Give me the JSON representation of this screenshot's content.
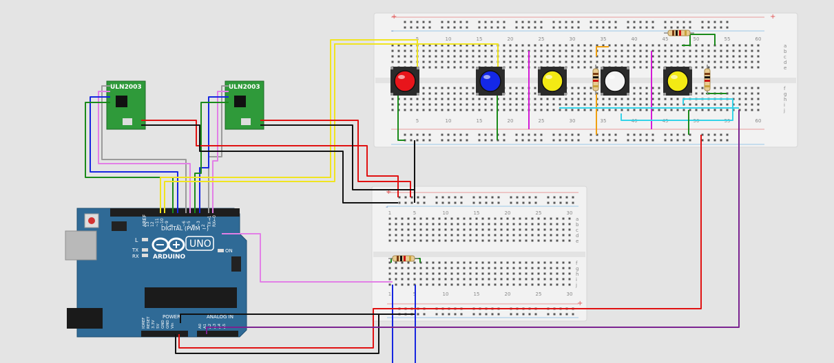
{
  "breadboard_large": {
    "column_numbers": [
      "5",
      "10",
      "15",
      "20",
      "25",
      "30",
      "35",
      "40",
      "45",
      "50",
      "55",
      "60"
    ],
    "row_letters_top": [
      "a",
      "b",
      "c",
      "d",
      "e"
    ],
    "row_letters_bottom": [
      "f",
      "g",
      "h",
      "i",
      "j"
    ],
    "rail_plus": "+",
    "rail_minus": "-"
  },
  "breadboard_small": {
    "column_numbers": [
      "1",
      "5",
      "10",
      "15",
      "20",
      "25",
      "30"
    ],
    "row_letters_top": [
      "a",
      "b",
      "c",
      "d",
      "e"
    ],
    "row_letters_bottom": [
      "f",
      "g",
      "h",
      "i",
      "j"
    ],
    "rail_plus": "+",
    "rail_minus": "-"
  },
  "drivers": [
    {
      "label": "ULN2003"
    },
    {
      "label": "ULN2003"
    }
  ],
  "arduino": {
    "model": "UNO",
    "brand": "ARDUINO",
    "digital_label": "DIGITAL (PWM ~)",
    "analog_label": "ANALOG IN",
    "power_label": "POWER",
    "on_label": "ON",
    "led_l": "L",
    "led_tx": "TX",
    "led_rx": "RX",
    "aref": "AREF",
    "gnd": "GND",
    "digital_pins": [
      "13",
      "12",
      "~11",
      "~10",
      "~9",
      "8",
      "7",
      "~6",
      "~5",
      "4",
      "~3",
      "2",
      "TX→1",
      "RX←0"
    ],
    "power_pins": [
      "IOREF",
      "RESET",
      "3.3V",
      "5V",
      "GND",
      "GND",
      "Vin"
    ],
    "analog_pins": [
      "A0",
      "A1",
      "A2",
      "A3",
      "A4",
      "A5"
    ]
  },
  "buttons": [
    {
      "color": "#e8151b"
    },
    {
      "color": "#1428e8"
    },
    {
      "color": "#f3ea14"
    },
    {
      "color": "#f4f4f4"
    },
    {
      "color": "#f3ea14"
    }
  ],
  "wire_colors": {
    "red": "#e01010",
    "black": "#111111",
    "yellow": "#f0e420",
    "blue": "#1525e0",
    "pink": "#e27fe6",
    "gray": "#9a9a9a",
    "green": "#1a8a1a",
    "magenta": "#d31ad6",
    "cyan": "#35d3e8",
    "orange": "#f0a010",
    "purple": "#7a2290"
  }
}
